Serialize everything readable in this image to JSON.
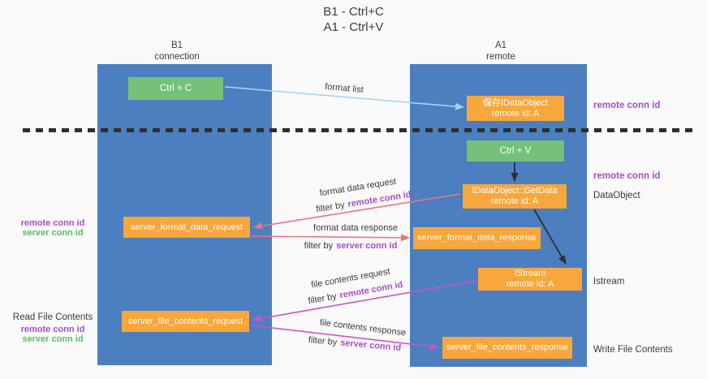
{
  "title": {
    "line1": "B1 - Ctrl+C",
    "line2": "A1 - Ctrl+V"
  },
  "columns": {
    "left": {
      "title": "B1",
      "subtitle": "connection"
    },
    "right": {
      "title": "A1",
      "subtitle": "remote"
    }
  },
  "nodes": {
    "ctrl_c": {
      "label": "Ctrl + C"
    },
    "save_dataobject": {
      "line1": "保存IDataObject",
      "line2": "remote id: A"
    },
    "ctrl_v": {
      "label": "Ctrl + V"
    },
    "getdata": {
      "line1": "IDataObject::GetData",
      "line2": "remote id: A"
    },
    "format_request": {
      "label": "server_format_data_request"
    },
    "format_response": {
      "label": "server_format_data_response"
    },
    "istream": {
      "line1": "IStream",
      "line2": "remote id: A"
    },
    "file_request": {
      "label": "server_file_contents_request"
    },
    "file_response": {
      "label": "server_file_contents_response"
    }
  },
  "arrow_labels": {
    "format_list": "format list",
    "format_data_request": "format data request",
    "format_data_response": "format data response",
    "file_contents_request": "file contents request",
    "file_contents_response": "file contents response",
    "filter_by": "filter by",
    "remote_conn_id": "remote conn id",
    "server_conn_id": "server conn id"
  },
  "side_labels": {
    "right_remote_conn_id_top": "remote conn id",
    "right_remote_conn_id_mid": "remote conn id",
    "dataobject": "DataObject",
    "istream": "Istream",
    "write_file_contents": "Write File Contents",
    "left_remote_conn_id_mid": "remote conn id",
    "left_server_conn_id_mid": "server conn id",
    "read_file_contents": "Read File Contents",
    "left_remote_conn_id_bottom": "remote conn id",
    "left_server_conn_id_bottom": "server conn id"
  },
  "colors": {
    "bg": "#fafafa",
    "column-blue": "#4b7fc0",
    "box-orange": "#f7a73c",
    "box-green": "#74c17a",
    "arrow-lightblue": "#a9d5f4",
    "arrow-black": "#2f2f2f",
    "arrow-salmon": "#ea767c",
    "arrow-magenta": "#cf52c8",
    "text-purple": "#a64dc8",
    "text-green": "#5cbb62",
    "dashed-line": "#2e2e2e"
  }
}
